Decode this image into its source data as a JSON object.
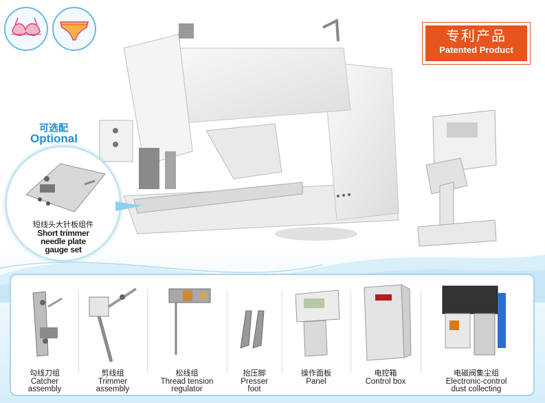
{
  "badge": {
    "cn": "专利产品",
    "en": "Patented Product"
  },
  "optional": {
    "cn": "可选配",
    "en": "Optional",
    "item_cn": "短线头大针板组件",
    "item_en": [
      "Short trimmer",
      "needle plate",
      "gauge set"
    ]
  },
  "icons": [
    {
      "name": "bra-icon"
    },
    {
      "name": "underwear-icon"
    }
  ],
  "parts": [
    {
      "cn": "勾线刀组",
      "en": [
        "Catcher",
        "assembly"
      ]
    },
    {
      "cn": "剪线组",
      "en": [
        "Trimmer",
        "assembly"
      ]
    },
    {
      "cn": "松线组",
      "en": [
        "Thread tension",
        "regulator"
      ]
    },
    {
      "cn": "抬压脚",
      "en": [
        "Presser",
        "foot"
      ]
    },
    {
      "cn": "操作面板",
      "en": [
        "Panel"
      ]
    },
    {
      "cn": "电控箱",
      "en": [
        "Control box"
      ]
    },
    {
      "cn": "电磁阀集尘组",
      "en": [
        "Electronic-control",
        "dust collecting"
      ]
    }
  ],
  "colors": {
    "accent_blue": "#1d8fd0",
    "badge_orange": "#e7541c",
    "frame_blue": "#a8d4ea"
  }
}
